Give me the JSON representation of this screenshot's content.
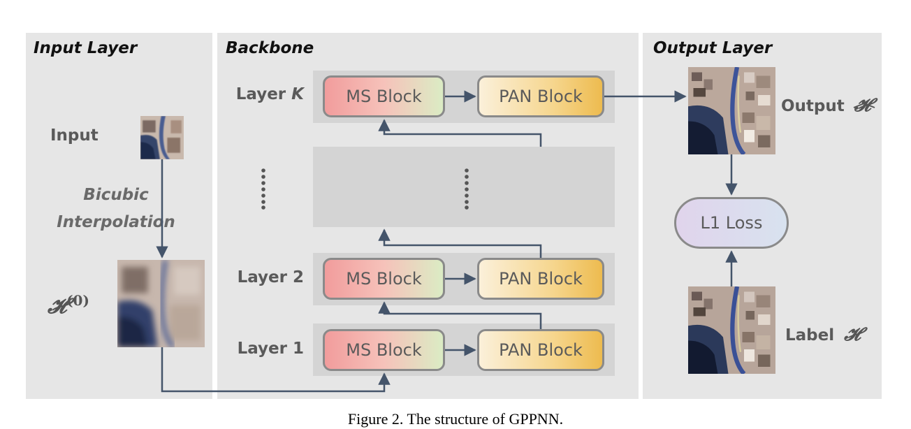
{
  "panels": {
    "input": {
      "title": "Input Layer"
    },
    "backbone": {
      "title": "Backbone"
    },
    "output": {
      "title": "Output Layer"
    }
  },
  "input_layer": {
    "input_label": "Input",
    "interp_line1": "Bicubic",
    "interp_line2": "Interpolation",
    "h0_symbol": "𝓗",
    "h0_sup": "(0)"
  },
  "backbone": {
    "layer_k": {
      "prefix": "Layer ",
      "index": "K",
      "ms": "MS Block",
      "pan": "PAN Block"
    },
    "layer_2": {
      "label": "Layer 2",
      "ms": "MS Block",
      "pan": "PAN Block"
    },
    "layer_1": {
      "label": "Layer 1",
      "ms": "MS Block",
      "pan": "PAN Block"
    }
  },
  "output_layer": {
    "output_text": "Output",
    "output_symbol": "𝓗",
    "loss": "L1 Loss",
    "label_text": "Label",
    "label_symbol": "𝓗"
  },
  "colors": {
    "arrow": "#44546a",
    "panel_bg": "#e6e6e6",
    "band_bg": "#d4d4d4"
  },
  "caption": "Figure 2. The structure of GPPNN."
}
